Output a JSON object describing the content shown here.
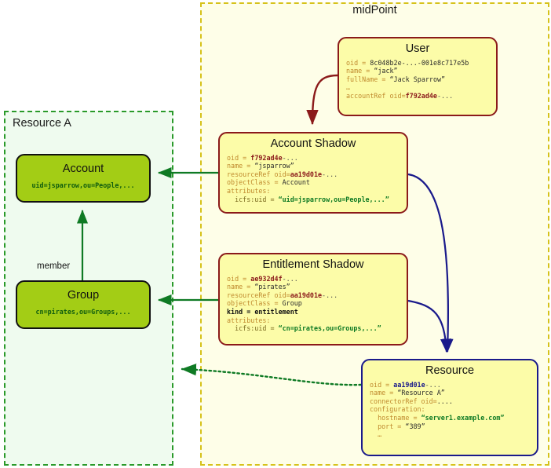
{
  "containers": {
    "midpoint": {
      "title": "midPoint"
    },
    "resource_a": {
      "title": "Resource A"
    }
  },
  "nodes": {
    "user": {
      "title": "User",
      "lines": [
        {
          "key": "oid",
          "eq": " = ",
          "value": "8c048b2e-...-001e8c717e5b",
          "style": "plain"
        },
        {
          "key": "name",
          "eq": " = ",
          "value": "“jack”",
          "style": "plain"
        },
        {
          "key": "fullName",
          "eq": " = ",
          "value": "“Jack Sparrow”",
          "style": "plain"
        },
        {
          "key": "…",
          "eq": "",
          "value": "",
          "style": "plain"
        },
        {
          "key": "accountRef",
          "eq": " oid=",
          "value": "f792ad4e",
          "tail": "-...",
          "style": "oid-red"
        }
      ]
    },
    "account_shadow": {
      "title": "Account Shadow",
      "lines": [
        {
          "key": "oid",
          "eq": " = ",
          "value": "f792ad4e",
          "tail": "-...",
          "style": "oid-red"
        },
        {
          "key": "name",
          "eq": " = ",
          "value": "“jsparrow”",
          "style": "plain"
        },
        {
          "key": "resourceRef",
          "eq": " oid=",
          "value": "aa19d01e",
          "tail": "-...",
          "style": "oid-red"
        },
        {
          "key": "objectClass",
          "eq": " = ",
          "value": "Account",
          "style": "plain"
        },
        {
          "key": "attributes:",
          "eq": "",
          "value": "",
          "style": "plain"
        },
        {
          "key": "  icfs:uid",
          "eq": " = ",
          "value": "“uid=jsparrow,ou=People,...”",
          "style": "val-green",
          "dim_key": true
        }
      ]
    },
    "entitlement_shadow": {
      "title": "Entitlement Shadow",
      "lines": [
        {
          "key": "oid",
          "eq": " = ",
          "value": "ae932d4f",
          "tail": "-...",
          "style": "oid-red"
        },
        {
          "key": "name",
          "eq": " = ",
          "value": "“pirates”",
          "style": "plain"
        },
        {
          "key": "resourceRef",
          "eq": " oid=",
          "value": "aa19d01e",
          "tail": "-...",
          "style": "oid-red"
        },
        {
          "key": "objectClass",
          "eq": " = ",
          "value": "Group",
          "style": "plain"
        },
        {
          "key": "kind",
          "eq": " = ",
          "value": "entitlement",
          "style": "bold-black",
          "bold_key": true
        },
        {
          "key": "attributes:",
          "eq": "",
          "value": "",
          "style": "plain"
        },
        {
          "key": "  icfs:uid",
          "eq": " = ",
          "value": "“cn=pirates,ou=Groups,...”",
          "style": "val-green",
          "dim_key": true
        }
      ]
    },
    "resource": {
      "title": "Resource",
      "lines": [
        {
          "key": "oid",
          "eq": " = ",
          "value": "aa19d01e",
          "tail": "-...",
          "style": "oid-navy"
        },
        {
          "key": "name",
          "eq": " = ",
          "value": "“Resource A”",
          "style": "plain"
        },
        {
          "key": "connectorRef",
          "eq": " oid=",
          "value": "....",
          "style": "plain"
        },
        {
          "key": "configuration:",
          "eq": "",
          "value": "",
          "style": "plain"
        },
        {
          "key": "  hostname",
          "eq": " = ",
          "value": "“server1.example.com”",
          "style": "val-green"
        },
        {
          "key": "  port",
          "eq": " = ",
          "value": "“389”",
          "style": "plain"
        },
        {
          "key": "  …",
          "eq": "",
          "value": "",
          "style": "plain"
        }
      ]
    },
    "account": {
      "title": "Account",
      "subtitle": "uid=jsparrow,ou=People,..."
    },
    "group": {
      "title": "Group",
      "subtitle": "cn=pirates,ou=Groups,..."
    }
  },
  "edges": {
    "member_label": "member"
  },
  "colors": {
    "midpoint_border": "#d6c21a",
    "midpoint_fill": "#fefee8",
    "resource_a_border": "#2a9a2a",
    "resource_a_fill": "#effbef",
    "shadow_border": "#8b1a1a",
    "shadow_fill": "#fcfca8",
    "resource_border": "#1a1a8b",
    "account_fill": "#a3cd15",
    "green_arrow": "#0f7a24",
    "blue_arrow": "#1a1a8b",
    "red_arrow": "#8b1a1a"
  }
}
